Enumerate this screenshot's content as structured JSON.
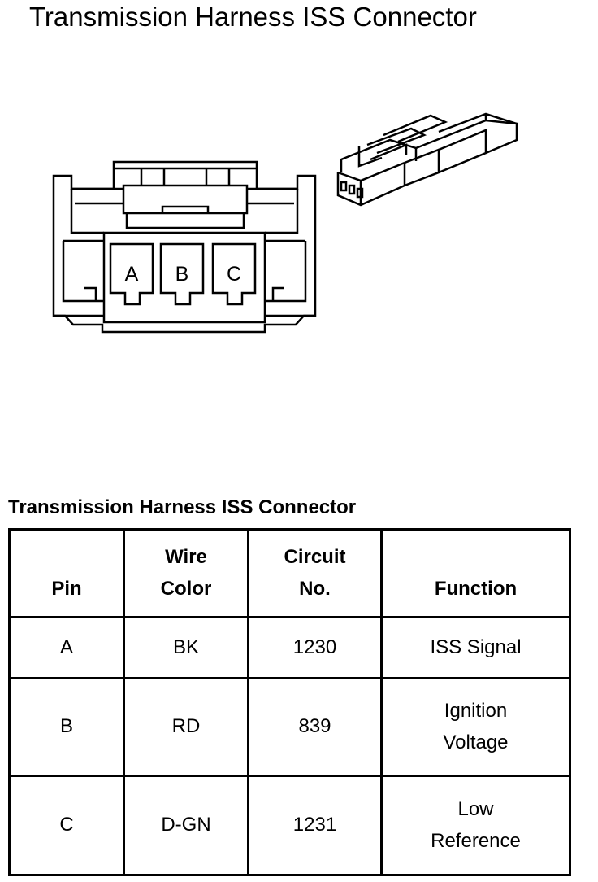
{
  "diagram": {
    "title": "Transmission Harness ISS Connector",
    "cavity_labels": [
      "A",
      "B",
      "C"
    ]
  },
  "table": {
    "title": "Transmission Harness ISS Connector",
    "headers": {
      "pin": "Pin",
      "wire_color": [
        "Wire",
        "Color"
      ],
      "circuit": [
        "Circuit",
        "No."
      ],
      "function": "Function"
    },
    "rows": [
      {
        "pin": "A",
        "wire_color": "BK",
        "circuit": "1230",
        "function": [
          "ISS Signal"
        ]
      },
      {
        "pin": "B",
        "wire_color": "RD",
        "circuit": "839",
        "function": [
          "Ignition",
          "Voltage"
        ]
      },
      {
        "pin": "C",
        "wire_color": "D-GN",
        "circuit": "1231",
        "function": [
          "Low",
          "Reference"
        ]
      }
    ]
  }
}
